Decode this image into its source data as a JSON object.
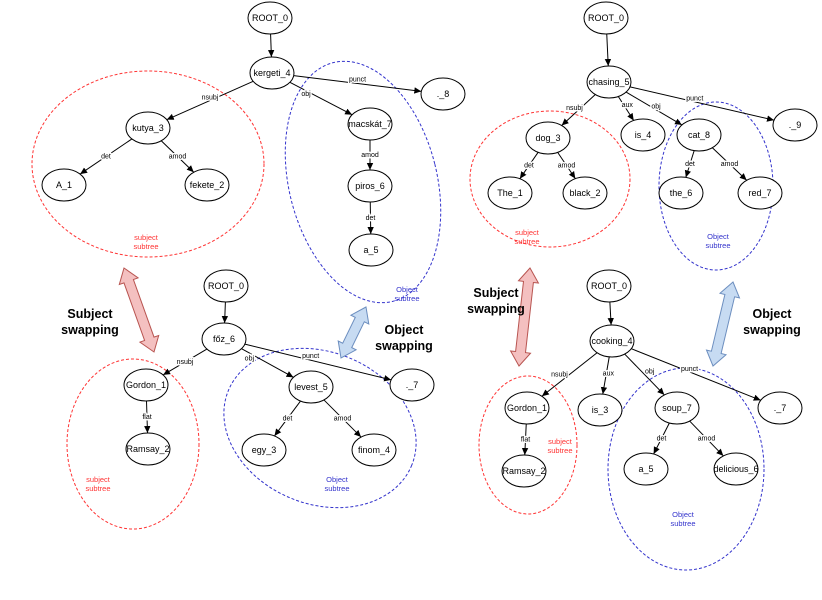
{
  "colors": {
    "subject": "#ff3333",
    "object": "#3333cc",
    "subject_arrow_fill": "#f4c0c0",
    "subject_arrow_stroke": "#b85450",
    "object_arrow_fill": "#c7dbf2",
    "object_arrow_stroke": "#6c8ebf"
  },
  "labels": {
    "subject_swapping": [
      "Subject",
      "swapping"
    ],
    "object_swapping": [
      "Object",
      "swapping"
    ],
    "subject_subtree": [
      "subject",
      "subtree"
    ],
    "object_subtree": [
      "Object",
      "subtree"
    ]
  },
  "diagrams": [
    {
      "id": "hu-top",
      "nodes": {
        "root": "ROOT_0",
        "verb": "kergeti_4",
        "subj": "kutya_3",
        "det": "A_1",
        "amod": "fekete_2",
        "obj": "macskát_7",
        "oamod": "piros_6",
        "odet": "a_5",
        "punct": "._8"
      },
      "edges": [
        {
          "from": "root",
          "to": "verb",
          "label": ""
        },
        {
          "from": "verb",
          "to": "subj",
          "label": "nsubj"
        },
        {
          "from": "verb",
          "to": "obj",
          "label": "obj"
        },
        {
          "from": "verb",
          "to": "punct",
          "label": "punct"
        },
        {
          "from": "subj",
          "to": "det",
          "label": "det"
        },
        {
          "from": "subj",
          "to": "amod",
          "label": "amod"
        },
        {
          "from": "obj",
          "to": "oamod",
          "label": "amod"
        },
        {
          "from": "oamod",
          "to": "odet",
          "label": "det"
        }
      ]
    },
    {
      "id": "hu-bottom",
      "nodes": {
        "root": "ROOT_0",
        "verb": "főz_6",
        "subj": "Gordon_1",
        "flat": "Ramsay_2",
        "obj": "levest_5",
        "odet": "egy_3",
        "oamod": "finom_4",
        "punct": "._7"
      },
      "edges": [
        {
          "from": "root",
          "to": "verb",
          "label": ""
        },
        {
          "from": "verb",
          "to": "subj",
          "label": "nsubj"
        },
        {
          "from": "verb",
          "to": "obj",
          "label": "obj"
        },
        {
          "from": "verb",
          "to": "punct",
          "label": "punct"
        },
        {
          "from": "subj",
          "to": "flat",
          "label": "flat"
        },
        {
          "from": "obj",
          "to": "odet",
          "label": "det"
        },
        {
          "from": "obj",
          "to": "oamod",
          "label": "amod"
        }
      ]
    },
    {
      "id": "en-top",
      "nodes": {
        "root": "ROOT_0",
        "verb": "chasing_5",
        "subj": "dog_3",
        "det": "The_1",
        "amod": "black_2",
        "aux": "is_4",
        "obj": "cat_8",
        "odet": "the_6",
        "oamod": "red_7",
        "punct": "._9"
      },
      "edges": [
        {
          "from": "root",
          "to": "verb",
          "label": ""
        },
        {
          "from": "verb",
          "to": "subj",
          "label": "nsubj"
        },
        {
          "from": "verb",
          "to": "aux",
          "label": "aux"
        },
        {
          "from": "verb",
          "to": "obj",
          "label": "obj"
        },
        {
          "from": "verb",
          "to": "punct",
          "label": "punct"
        },
        {
          "from": "subj",
          "to": "det",
          "label": "det"
        },
        {
          "from": "subj",
          "to": "amod",
          "label": "amod"
        },
        {
          "from": "obj",
          "to": "odet",
          "label": "det"
        },
        {
          "from": "obj",
          "to": "oamod",
          "label": "amod"
        }
      ]
    },
    {
      "id": "en-bottom",
      "nodes": {
        "root": "ROOT_0",
        "verb": "cooking_4",
        "subj": "Gordon_1",
        "flat": "Ramsay_2",
        "aux": "is_3",
        "obj": "soup_7",
        "odet": "a_5",
        "oamod": "delicious_6",
        "punct": "._7"
      },
      "edges": [
        {
          "from": "root",
          "to": "verb",
          "label": ""
        },
        {
          "from": "verb",
          "to": "subj",
          "label": "nsubj"
        },
        {
          "from": "verb",
          "to": "aux",
          "label": "aux"
        },
        {
          "from": "verb",
          "to": "obj",
          "label": "obj"
        },
        {
          "from": "verb",
          "to": "punct",
          "label": "punct"
        },
        {
          "from": "subj",
          "to": "flat",
          "label": "flat"
        },
        {
          "from": "obj",
          "to": "odet",
          "label": "det"
        },
        {
          "from": "obj",
          "to": "oamod",
          "label": "amod"
        }
      ]
    }
  ]
}
